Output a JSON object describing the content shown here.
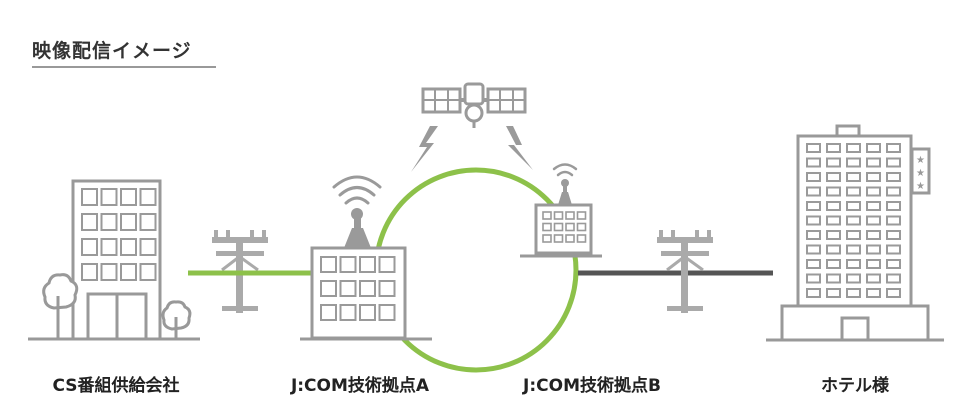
{
  "title": "映像配信イメージ",
  "nodes": [
    {
      "id": "cs",
      "label": "CS番組供給会社"
    },
    {
      "id": "baseA",
      "label": "J:COM技術拠点A"
    },
    {
      "id": "baseB",
      "label": "J:COM技術拠点B"
    },
    {
      "id": "hotel",
      "label": "ホテル様"
    }
  ],
  "colors": {
    "green_link": "#8dc14a",
    "dark_link": "#555555",
    "building_stroke": "#999999",
    "building_fill": "#ffffff",
    "window_stroke": "#9a9a9a",
    "pole": "#aaaaaa",
    "text": "#222222"
  }
}
